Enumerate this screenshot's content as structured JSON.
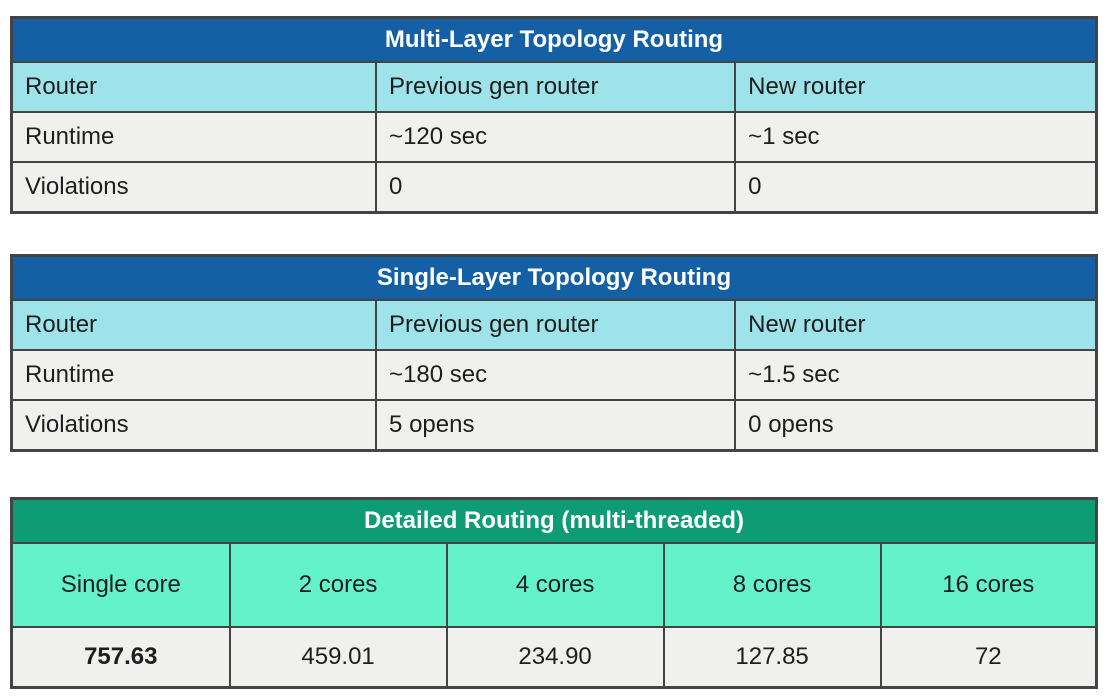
{
  "colors": {
    "blue_header": "#155FA5",
    "cyan_subheader": "#9EE3E9",
    "green_header": "#0D9C73",
    "mint_subheader": "#63F2C9",
    "row_background": "#F0F0EF",
    "border": "#444444",
    "header_text": "#FFFFFF",
    "body_text": "#1E1E1E"
  },
  "tables": [
    {
      "title": "Multi-Layer Topology Routing",
      "theme": "blue",
      "columns": [
        "Router",
        "Previous gen router",
        "New router"
      ],
      "rows": [
        [
          "Runtime",
          "~120 sec",
          "~1 sec"
        ],
        [
          "Violations",
          "0",
          "0"
        ]
      ]
    },
    {
      "title": "Single-Layer Topology Routing",
      "theme": "blue",
      "columns": [
        "Router",
        "Previous gen router",
        "New router"
      ],
      "rows": [
        [
          "Runtime",
          "~180 sec",
          "~1.5 sec"
        ],
        [
          "Violations",
          "5 opens",
          "0 opens"
        ]
      ]
    },
    {
      "title": "Detailed Routing (multi-threaded)",
      "theme": "green",
      "columns": [
        "Single core",
        "2 cores",
        "4 cores",
        "8 cores",
        "16 cores"
      ],
      "rows": [
        [
          "757.63",
          "459.01",
          "234.90",
          "127.85",
          "72"
        ]
      ]
    }
  ]
}
